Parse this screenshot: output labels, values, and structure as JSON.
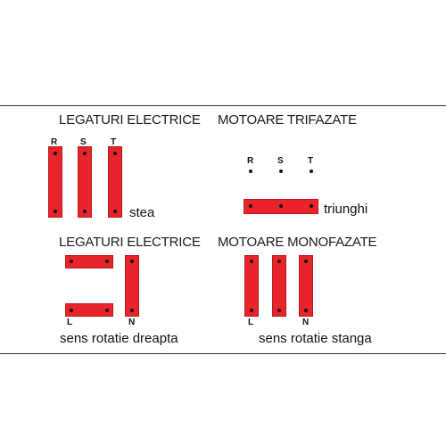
{
  "three_phase": {
    "title_left": "LEGATURI ELECTRICE",
    "title_right": "MOTOARE TRIFAZATE",
    "star": {
      "labels": [
        "R",
        "S",
        "T"
      ],
      "caption": "stea"
    },
    "delta": {
      "labels": [
        "R",
        "S",
        "T"
      ],
      "caption": "triunghi"
    }
  },
  "single_phase": {
    "title_left": "LEGATURI ELECTRICE",
    "title_right": "MOTOARE MONOFAZATE",
    "right_rotation": {
      "label_l": "L",
      "label_n": "N",
      "caption": "sens rotatie dreapta"
    },
    "left_rotation": {
      "label_l": "L",
      "label_n": "N",
      "caption": "sens rotatie stanga"
    }
  },
  "colors": {
    "bar_fill": "#e8242a",
    "terminal_dot": "#111111",
    "border": "#333333"
  }
}
